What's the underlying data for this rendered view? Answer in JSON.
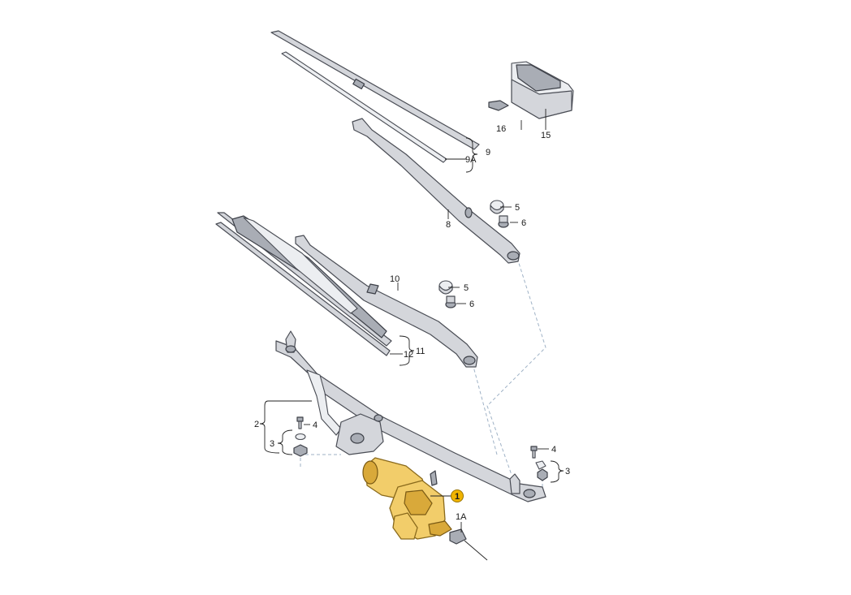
{
  "callouts": {
    "c1": "1",
    "c1A": "1A",
    "c2": "2",
    "c3_left": "3",
    "c4_left": "4",
    "c3_right": "3",
    "c4_right": "4",
    "c5_upper": "5",
    "c6_upper": "6",
    "c5_lower": "5",
    "c6_lower": "6",
    "c8": "8",
    "c9": "9",
    "c9A": "9A",
    "c10": "10",
    "c11": "11",
    "c12": "12",
    "c15": "15",
    "c16": "16"
  },
  "colors": {
    "highlight_badge": "#f0b400",
    "motor": "#f2cd6a",
    "parts": "#d4d6db"
  },
  "icons": {
    "highlight": "part-number-badge"
  }
}
